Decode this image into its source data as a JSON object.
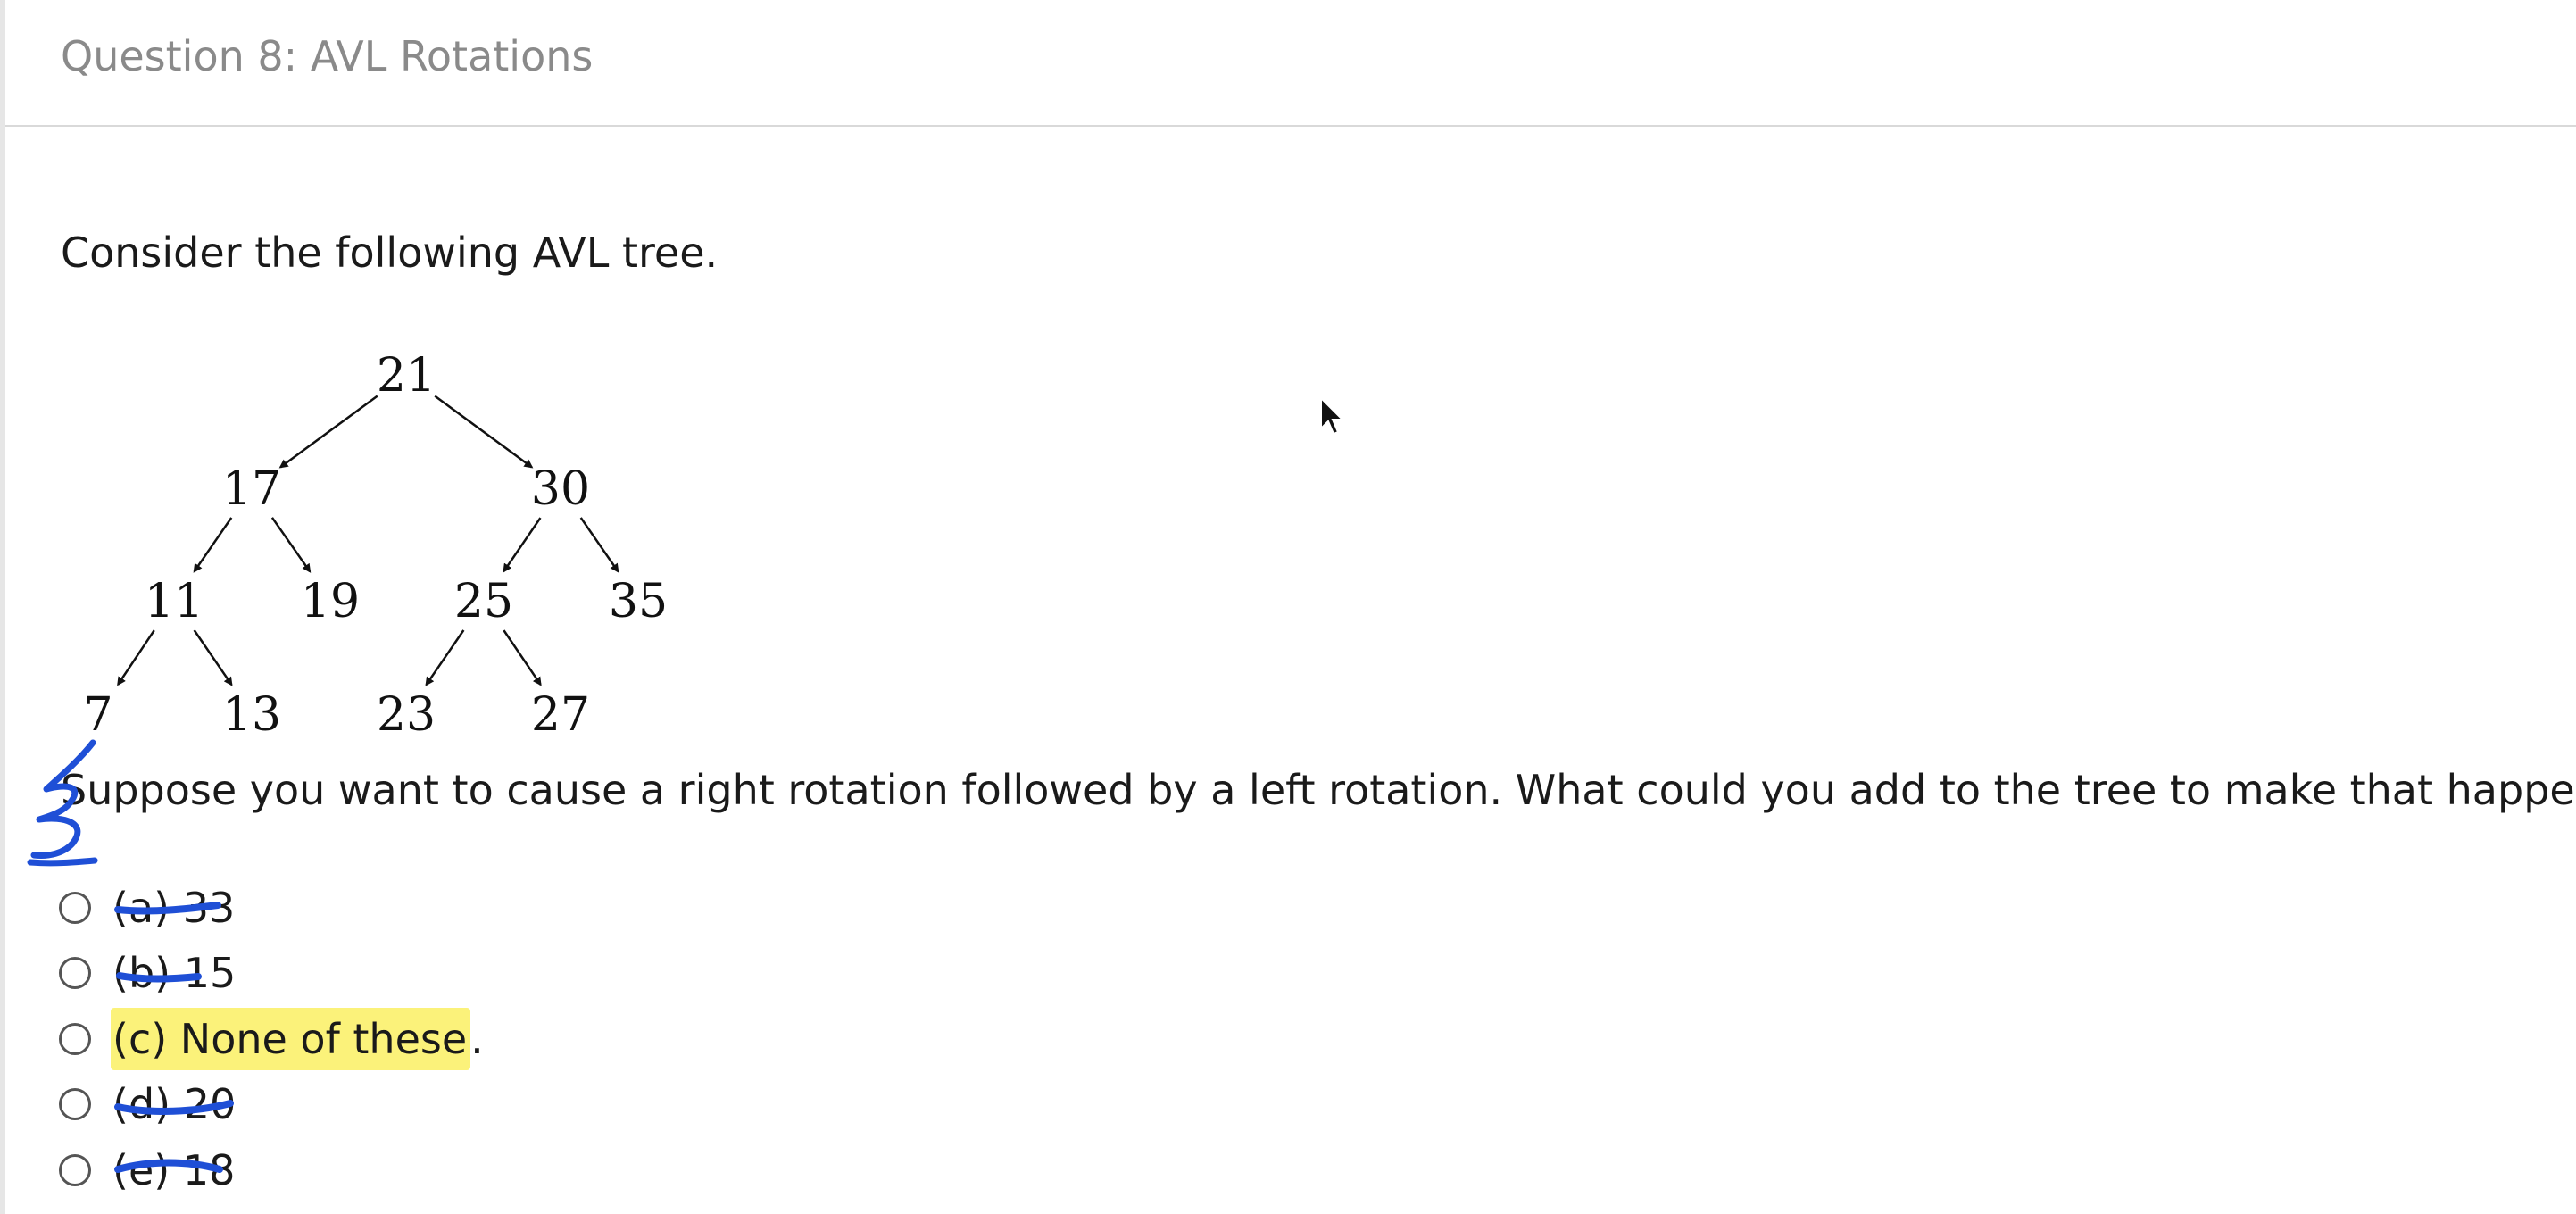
{
  "header": {
    "title": "Question 8: AVL Rotations"
  },
  "prompt": "Consider the following AVL tree.",
  "tree": {
    "nodes": [
      "21",
      "17",
      "30",
      "11",
      "19",
      "25",
      "35",
      "7",
      "13",
      "23",
      "27"
    ],
    "edges": [
      [
        "21",
        "17"
      ],
      [
        "21",
        "30"
      ],
      [
        "17",
        "11"
      ],
      [
        "17",
        "19"
      ],
      [
        "30",
        "25"
      ],
      [
        "30",
        "35"
      ],
      [
        "11",
        "7"
      ],
      [
        "11",
        "13"
      ],
      [
        "25",
        "23"
      ],
      [
        "25",
        "27"
      ]
    ]
  },
  "question": "Suppose you want to cause a right rotation followed by a left rotation. What could you add to the tree to make that happen?",
  "options": [
    {
      "label": "(a) 33",
      "struck": true
    },
    {
      "label": "(b) 15",
      "struck": true
    },
    {
      "label": "(c) None of these",
      "suffix": ".",
      "highlighted": true
    },
    {
      "label": "(d) 20",
      "struck": true
    },
    {
      "label": "(e) 18",
      "struck": true
    }
  ],
  "annotations": {
    "ink_color": "#1f4fd6",
    "highlight_color": "#fbf27a",
    "handwritten_mark": "3"
  }
}
